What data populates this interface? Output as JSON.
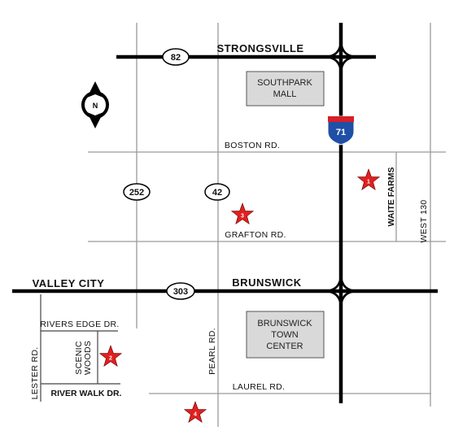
{
  "cities": {
    "strongsville": "STRONGSVILLE",
    "valley_city": "VALLEY CITY",
    "brunswick": "BRUNSWICK"
  },
  "roads": {
    "boston": "BOSTON RD.",
    "grafton": "GRAFTON RD.",
    "laurel": "LAUREL RD.",
    "pearl": "PEARL RD.",
    "lester": "LESTER RD.",
    "rivers_edge": "RIVERS EDGE DR.",
    "river_walk": "RIVER WALK DR.",
    "scenic_woods_1": "SCENIC",
    "scenic_woods_2": "WOODS",
    "waite_farms": "WAITE FARMS",
    "west130": "WEST 130"
  },
  "shields": {
    "r82": "82",
    "r252": "252",
    "r42": "42",
    "r303": "303",
    "i71": "71"
  },
  "buildings": {
    "southpark_1": "SOUTHPARK",
    "southpark_2": "MALL",
    "brunswick_tc_1": "BRUNSWICK",
    "brunswick_tc_2": "TOWN",
    "brunswick_tc_3": "CENTER"
  },
  "compass": {
    "label": "N",
    "icon": "north-arrow-icon"
  },
  "markers": [
    {
      "num": "1",
      "color": "#e02020"
    },
    {
      "num": "2",
      "color": "#e02020"
    },
    {
      "num": "3",
      "color": "#e02020"
    },
    {
      "num": "4",
      "color": "#e02020"
    }
  ],
  "colors": {
    "highway": "#000000",
    "minor_road": "#999999",
    "building_fill": "#d9d9d9",
    "interstate_blue": "#1f4fa6",
    "interstate_red": "#d62027",
    "star_red": "#e02020"
  }
}
